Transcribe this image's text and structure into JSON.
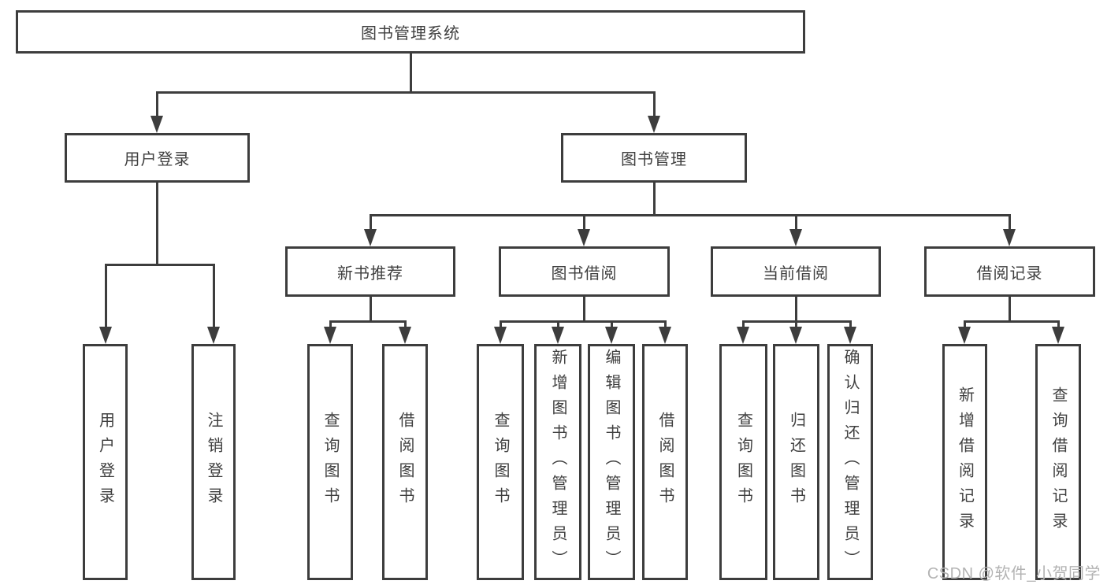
{
  "diagram": {
    "title": "图书管理系统",
    "colors": {
      "line": "#3d3d3d",
      "text": "#3f3f3f",
      "background": "#ffffff",
      "watermark": "#b3b3b3"
    },
    "nodes": {
      "root": {
        "label": "图书管理系统"
      },
      "user_login": {
        "label": "用户登录"
      },
      "book_mgmt": {
        "label": "图书管理"
      },
      "new_books": {
        "label": "新书推荐"
      },
      "book_borrow": {
        "label": "图书借阅"
      },
      "current_borrow": {
        "label": "当前借阅"
      },
      "borrow_records": {
        "label": "借阅记录"
      },
      "ul_login": {
        "label": "用户登录"
      },
      "ul_logout": {
        "label": "注销登录"
      },
      "nb_query": {
        "label": "查询图书"
      },
      "nb_borrow": {
        "label": "借阅图书"
      },
      "bb_query": {
        "label": "查询图书"
      },
      "bb_add": {
        "label": "新增图书（管理员）"
      },
      "bb_edit": {
        "label": "编辑图书（管理员）"
      },
      "bb_borrow": {
        "label": "借阅图书"
      },
      "cb_query": {
        "label": "查询图书"
      },
      "cb_return": {
        "label": "归还图书"
      },
      "cb_confirm": {
        "label": "确认归还（管理员）"
      },
      "br_add": {
        "label": "新增借阅记录"
      },
      "br_query": {
        "label": "查询借阅记录"
      }
    },
    "hierarchy": {
      "label": "图书管理系统",
      "children": [
        {
          "label": "用户登录",
          "children": [
            {
              "label": "用户登录"
            },
            {
              "label": "注销登录"
            }
          ]
        },
        {
          "label": "图书管理",
          "children": [
            {
              "label": "新书推荐",
              "children": [
                {
                  "label": "查询图书"
                },
                {
                  "label": "借阅图书"
                }
              ]
            },
            {
              "label": "图书借阅",
              "children": [
                {
                  "label": "查询图书"
                },
                {
                  "label": "新增图书（管理员）"
                },
                {
                  "label": "编辑图书（管理员）"
                },
                {
                  "label": "借阅图书"
                }
              ]
            },
            {
              "label": "当前借阅",
              "children": [
                {
                  "label": "查询图书"
                },
                {
                  "label": "归还图书"
                },
                {
                  "label": "确认归还（管理员）"
                }
              ]
            },
            {
              "label": "借阅记录",
              "children": [
                {
                  "label": "新增借阅记录"
                },
                {
                  "label": "查询借阅记录"
                }
              ]
            }
          ]
        }
      ]
    },
    "watermark": "CSDN @软件_小贺同学"
  }
}
